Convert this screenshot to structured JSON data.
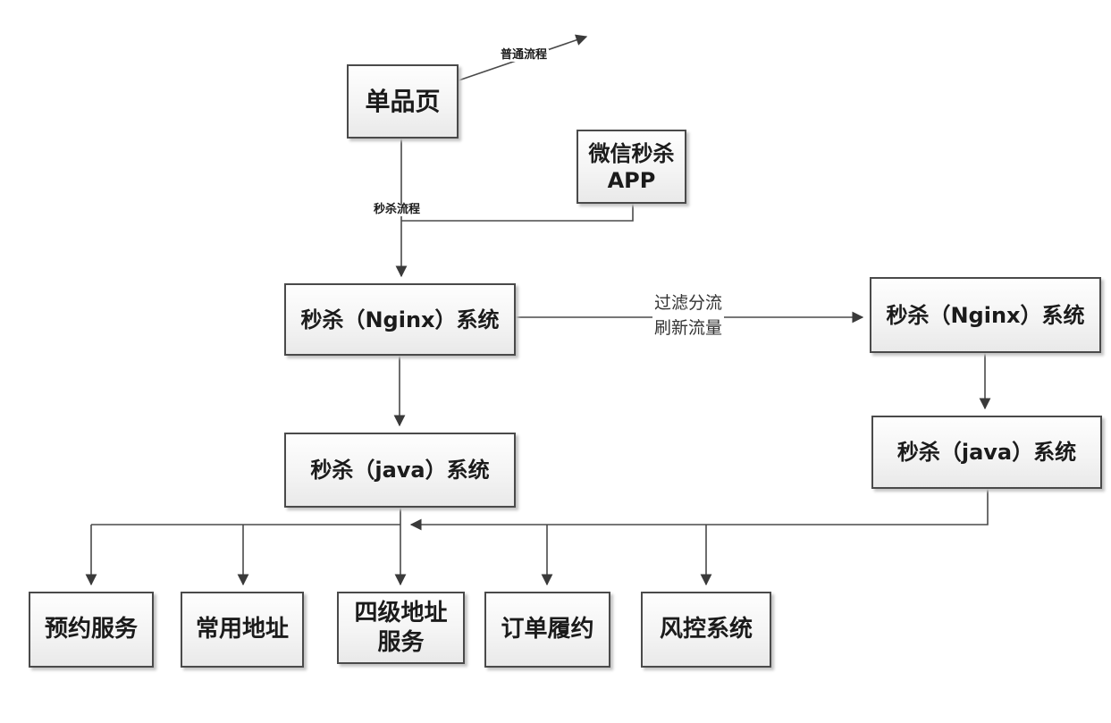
{
  "diagram": {
    "title_semantic": "seckill-system-architecture-flowchart",
    "background": "#ffffff",
    "line_color": "#4a4a4a",
    "box_border_color": "#4a4a4a",
    "box_fill_top": "#fefefe",
    "box_fill_bottom": "#e9e9e9",
    "shadow_color": "#c4c4c4",
    "text_color": "#1b1b1b"
  },
  "nodes": {
    "product_page": {
      "label": "单品页"
    },
    "wechat_app": {
      "label": "微信秒杀\nAPP"
    },
    "nginx_left": {
      "label": "秒杀（Nginx）系统"
    },
    "nginx_right": {
      "label": "秒杀（Nginx）系统"
    },
    "java_left": {
      "label": "秒杀（java）系统"
    },
    "java_right": {
      "label": "秒杀（java）系统"
    },
    "reservation": {
      "label": "预约服务"
    },
    "common_address": {
      "label": "常用地址"
    },
    "level4_address": {
      "label": "四级地址\n服务"
    },
    "order_fulfillment": {
      "label": "订单履约"
    },
    "risk_control": {
      "label": "风控系统"
    }
  },
  "edge_labels": {
    "normal_flow": "普通流程",
    "seckill_flow": "秒杀流程",
    "filter_split": "过滤分流\n刷新流量"
  }
}
